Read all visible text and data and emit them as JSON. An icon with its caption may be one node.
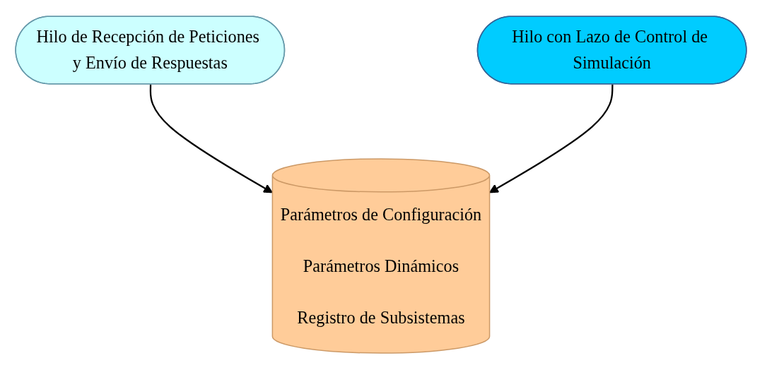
{
  "diagram": {
    "nodes": [
      {
        "text": [
          "Hilo de Recepción de Peticiones y Envío de Respuestas"
        ]
      },
      {
        "text": [
          "Hilo con Lazo de Control de Simulación"
        ]
      },
      {
        "text": [
          "Parámetros de Configuración",
          "Parámetros Dinámicos",
          "Registro de Subsistemas"
        ]
      }
    ],
    "edges": [
      {
        "from": 0,
        "to": 2,
        "arrow": "to"
      },
      {
        "from": 1,
        "to": 2,
        "arrow": "to"
      }
    ]
  }
}
